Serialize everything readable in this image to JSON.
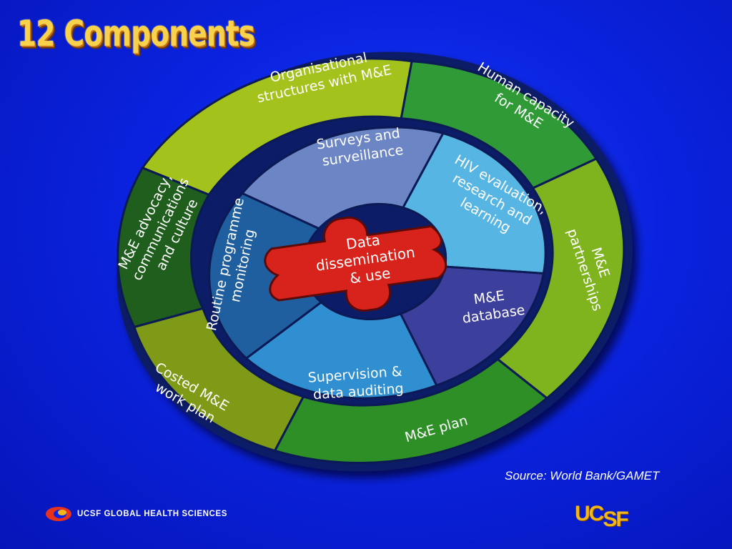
{
  "title": "12 Components",
  "outer_ring": [
    {
      "lines": [
        "Organisational",
        "structures with M&E"
      ],
      "color": "#a4c21c"
    },
    {
      "lines": [
        "Human capacity",
        "for M&E"
      ],
      "color": "#2f9a36"
    },
    {
      "lines": [
        "M&E",
        "partnerships"
      ],
      "color": "#7fb41f"
    },
    {
      "lines": [
        "M&E plan"
      ],
      "color": "#2d8f26"
    },
    {
      "lines": [
        "Costed M&E",
        "work plan"
      ],
      "color": "#7e9a16"
    },
    {
      "lines": [
        "M&E advocacy,",
        "communications",
        "and culture"
      ],
      "color": "#1f5e1c"
    }
  ],
  "inner_ring": [
    {
      "lines": [
        "Surveys and",
        "surveillance"
      ],
      "color": "#6c85c4"
    },
    {
      "lines": [
        "HIV evaluation,",
        "research  and",
        "learning"
      ],
      "color": "#57b5e3"
    },
    {
      "lines": [
        "M&E",
        "database"
      ],
      "color": "#3d3f9c"
    },
    {
      "lines": [
        "Supervision &",
        "data auditing"
      ],
      "color": "#2f8fd0"
    },
    {
      "lines": [
        "Routine programme",
        "monitoring"
      ],
      "color": "#1f5f9f"
    }
  ],
  "center": {
    "lines": [
      "Data",
      "dissemination",
      "& use"
    ],
    "color": "#d8231c"
  },
  "source": "Source:  World Bank/GAMET",
  "footer_org": "UCSF GLOBAL HEALTH SCIENCES",
  "logo": {
    "part1": "UC",
    "part2": "SF"
  }
}
